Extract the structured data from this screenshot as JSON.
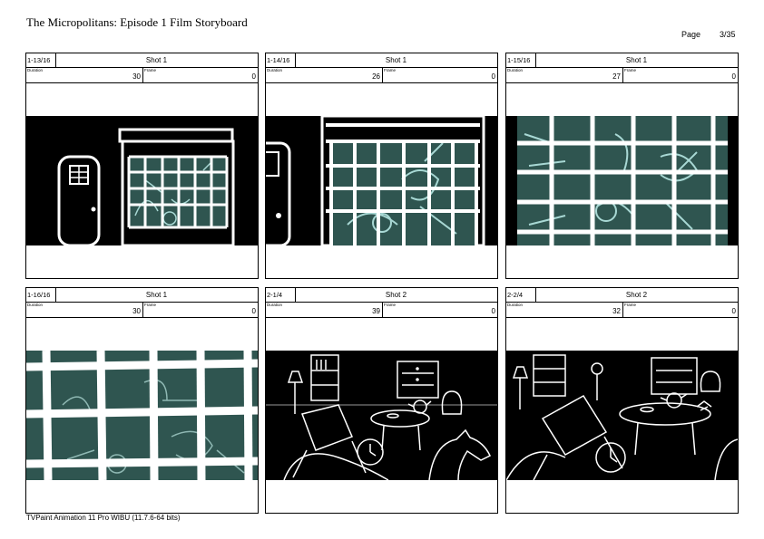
{
  "document": {
    "title": "The Micropolitans: Episode 1 Film Storyboard",
    "page_label": "Page",
    "page_number": "3/35",
    "footer": "TVPaint Animation 11 Pro WIBU (11.7.6-64 bits)"
  },
  "panels": [
    {
      "scene": "1-13/16",
      "shot": "Shot 1",
      "duration_label": "Duration",
      "duration": "30",
      "frame_label": "Frame",
      "frame": "0"
    },
    {
      "scene": "1-14/16",
      "shot": "Shot 1",
      "duration_label": "Duration",
      "duration": "26",
      "frame_label": "Frame",
      "frame": "0"
    },
    {
      "scene": "1-15/16",
      "shot": "Shot 1",
      "duration_label": "Duration",
      "duration": "27",
      "frame_label": "Frame",
      "frame": "0"
    },
    {
      "scene": "1-16/16",
      "shot": "Shot 1",
      "duration_label": "Duration",
      "duration": "30",
      "frame_label": "Frame",
      "frame": "0"
    },
    {
      "scene": "2-1/4",
      "shot": "Shot 2",
      "duration_label": "Duration",
      "duration": "39",
      "frame_label": "Frame",
      "frame": "0"
    },
    {
      "scene": "2-2/4",
      "shot": "Shot 2",
      "duration_label": "Duration",
      "duration": "32",
      "frame_label": "Frame",
      "frame": "0"
    }
  ],
  "colors": {
    "frame_black": "#000000",
    "window_teal": "#2f5550",
    "sketch_light": "#a8d8d4",
    "line_white": "#ffffff"
  }
}
